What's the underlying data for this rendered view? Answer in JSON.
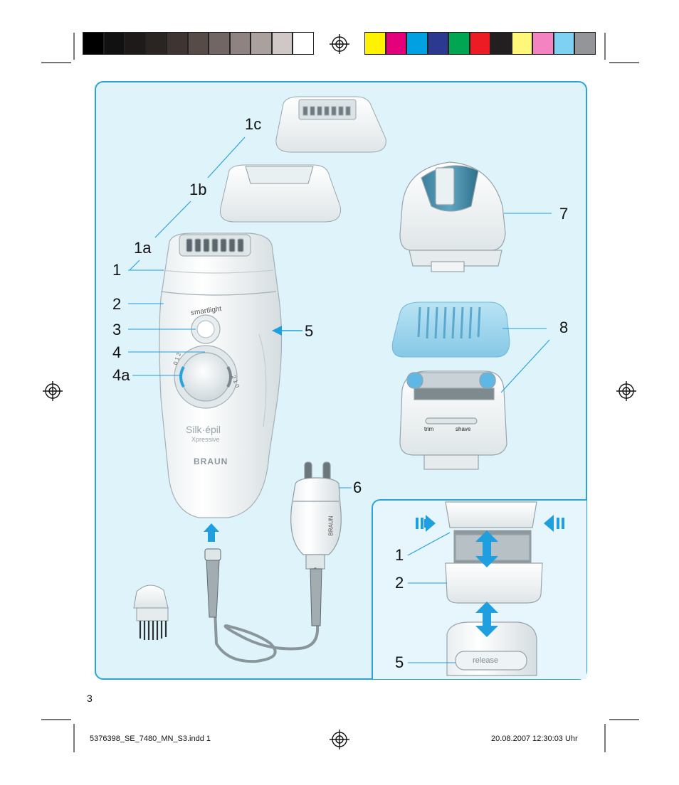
{
  "callouts": {
    "c1c": "1c",
    "c1b": "1b",
    "c1a": "1a",
    "c1": "1",
    "c2": "2",
    "c3": "3",
    "c4": "4",
    "c4a": "4a",
    "c5": "5",
    "c6": "6",
    "c7": "7",
    "c8": "8",
    "d1": "1",
    "d2": "2",
    "d5": "5"
  },
  "device": {
    "button_label": "smartlight",
    "brand_line1": "Silk·épil",
    "brand_line2": "Xpressive",
    "logo": "BRAUN",
    "dial_left": "0 1 2",
    "dial_right": "2 1 0"
  },
  "shaver": {
    "trim": "trim",
    "shave": "shave"
  },
  "detail": {
    "release": "release"
  },
  "plug_logo": "BRAUN",
  "page_number": "3",
  "footer": {
    "file": "5376398_SE_7480_MN_S3.indd   1",
    "timestamp": "20.08.2007   12:30:03 Uhr"
  },
  "colors": {
    "gray_ramp": [
      "#000000",
      "#111111",
      "#1e1a19",
      "#2a2422",
      "#3e3431",
      "#574b47",
      "#716663",
      "#8e8380",
      "#aaa19e",
      "#cfc8c6",
      "#ffffff"
    ],
    "color_bar": [
      "#fff200",
      "#e3007a",
      "#00a0e3",
      "#2b3990",
      "#00a651",
      "#ed1c24",
      "#231f20",
      "#fff77a",
      "#f384c1",
      "#7fd1f4",
      "#939598"
    ],
    "panel_fill": "#dff3fb",
    "panel_border": "#2aa3dd",
    "arrow_blue": "#1f9ee0"
  }
}
